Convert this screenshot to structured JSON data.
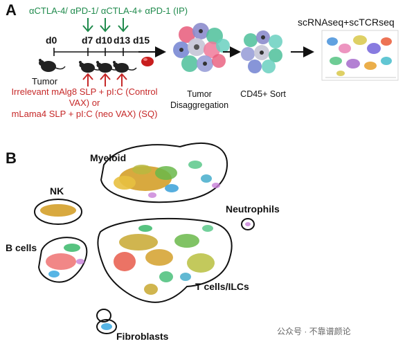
{
  "panelA": {
    "label": "A",
    "treatment": "αCTLA-4/ αPD-1/ αCTLA-4+ αPD-1 (IP)",
    "days": [
      "d0",
      "d7",
      "d10",
      "d13",
      "d15"
    ],
    "tumor_label": "Tumor",
    "vax_line1": "Irrelevant mAlg8 SLP + pI:C (Control",
    "vax_line2": "VAX) or",
    "vax_line3": "mLama4 SLP + pI:C (neo VAX) (SQ)",
    "step1_line1": "Tumor",
    "step1_line2": "Disaggregation",
    "step2": "CD45+ Sort",
    "seq_title": "scRNAseq+scTCRseq"
  },
  "panelB": {
    "label": "B",
    "clusters": [
      "Myeloid",
      "NK",
      "Neutrophils",
      "B cells",
      "T cells/ILCs",
      "Fibroblasts"
    ]
  },
  "watermark": "公众号 · 不靠谱颜论",
  "colors": {
    "green_arrow": "#1f8a4c",
    "red_arrow": "#c62828",
    "tumor_red": "#c81e1e"
  }
}
